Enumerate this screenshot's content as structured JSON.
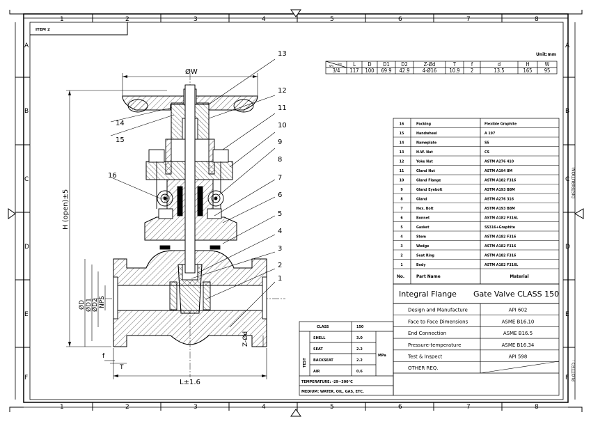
{
  "frame": {
    "columns": [
      "1",
      "2",
      "3",
      "4",
      "5",
      "6",
      "7",
      "8"
    ],
    "rows": [
      "A",
      "B",
      "C",
      "D",
      "E",
      "F"
    ],
    "item_label": "ITEM 2",
    "side_distribution": "DISTRIBUTION:",
    "side_plotted": "PLOTTED :"
  },
  "dimensions_table": {
    "unit": "Unit:mm",
    "diag_top": "Dim",
    "diag_bottom": "NPS",
    "headers": [
      "L",
      "D",
      "D1",
      "D2",
      "Z-Ød",
      "T",
      "f",
      "d",
      "H",
      "W"
    ],
    "row": [
      "3/4",
      "117",
      "100",
      "69.9",
      "42.9",
      "4-Ø16",
      "10.9",
      "2",
      "13.5",
      "165",
      "95"
    ]
  },
  "drawing_labels": {
    "width": "ØW",
    "height": "H (open)±5",
    "length": "L±1.6",
    "od": "ØD",
    "od1": "ØD1",
    "od2": "ØD2",
    "nps": "NPS",
    "bolt": "Z-Ød",
    "f": "f",
    "t": "T",
    "balloons": [
      "1",
      "2",
      "3",
      "4",
      "5",
      "6",
      "7",
      "8",
      "9",
      "10",
      "11",
      "12",
      "13",
      "14",
      "15",
      "16"
    ]
  },
  "parts": [
    {
      "no": "16",
      "name": "Packing",
      "material": "Flexible Graphite"
    },
    {
      "no": "15",
      "name": "Handwheel",
      "material": "A 197"
    },
    {
      "no": "14",
      "name": "Nameplate",
      "material": "SS"
    },
    {
      "no": "13",
      "name": "H.W. Nut",
      "material": "CS"
    },
    {
      "no": "12",
      "name": "Yoke Nut",
      "material": "ASTM A276 410"
    },
    {
      "no": "11",
      "name": "Gland Nut",
      "material": "ASTM A194 8M"
    },
    {
      "no": "10",
      "name": "Gland Flange",
      "material": "ASTM A182 F316"
    },
    {
      "no": "9",
      "name": "Gland Eyebolt",
      "material": "ASTM A193 B8M"
    },
    {
      "no": "8",
      "name": "Gland",
      "material": "ASTM A276 316"
    },
    {
      "no": "7",
      "name": "Hex. Bolt",
      "material": "ASTM A193 B8M"
    },
    {
      "no": "6",
      "name": "Bonnet",
      "material": "ASTM A182 F316L"
    },
    {
      "no": "5",
      "name": "Gasket",
      "material": "SS316+Graphite"
    },
    {
      "no": "4",
      "name": "Stem",
      "material": "ASTM A182 F316"
    },
    {
      "no": "3",
      "name": "Wedge",
      "material": "ASTM A182 F316"
    },
    {
      "no": "2",
      "name": "Seat Ring",
      "material": "ASTM A182 F316"
    },
    {
      "no": "1",
      "name": "Body",
      "material": "ASTM A182 F316L"
    }
  ],
  "parts_header": {
    "no": "No.",
    "name": "Part Name",
    "material": "Material"
  },
  "title": {
    "left": "Integral Flange",
    "right": "Gate Valve  CLASS 150"
  },
  "standards": [
    {
      "label": "Design and Manufacture",
      "value": "API 602"
    },
    {
      "label": "Face to Face Dimensions",
      "value": "ASME B16.10"
    },
    {
      "label": "End Connection",
      "value": "ASME B16.5"
    },
    {
      "label": "Pressure-temperature",
      "value": "ASME B16.34"
    },
    {
      "label": "Test & Inspect",
      "value": "API 598"
    },
    {
      "label": "OTHER REQ.",
      "value": ""
    }
  ],
  "test_table": {
    "class_label": "CLASS",
    "class_value": "150",
    "test_label": "TEST",
    "unit": "MPa",
    "rows": [
      {
        "label": "SHELL",
        "value": "3.0"
      },
      {
        "label": "SEAT",
        "value": "2.2"
      },
      {
        "label": "BACKSEAT",
        "value": "2.2"
      },
      {
        "label": "AIR",
        "value": "0.6"
      }
    ],
    "temperature": "TEMPERATURE: -29~300°C",
    "medium": "MEDIUM: WATER, OIL, GAS, ETC."
  }
}
